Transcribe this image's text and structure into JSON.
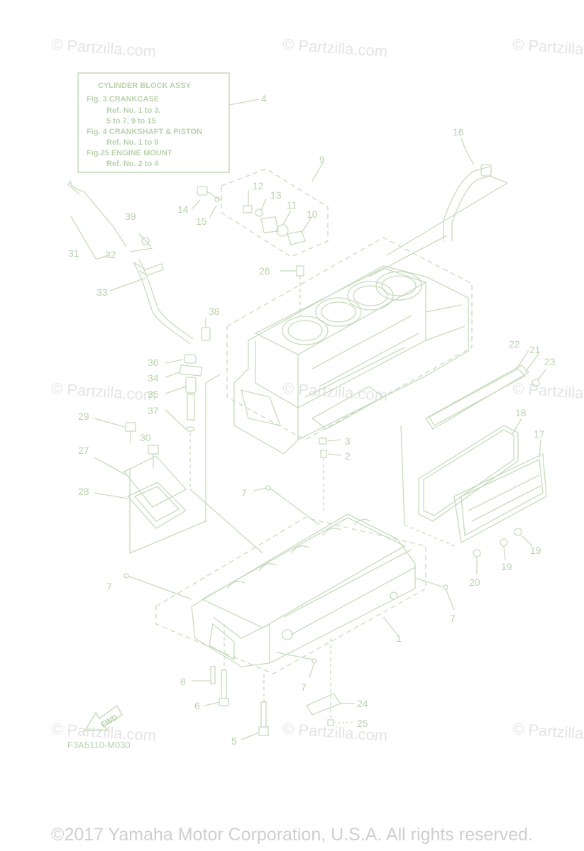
{
  "watermark": "© Partzilla.com",
  "figure_code": "F3A5110-M030",
  "fwd_label": "FWD",
  "footer": "©2017 Yamaha Motor Corporation, U.S.A. All rights reserved.",
  "info_box": {
    "title": "CYLINDER BLOCK ASSY",
    "lines": [
      "Fig.  3 CRANKCASE",
      "Ref. No. 1 to 3,",
      "5 to 7, 9 to 15",
      "Fig.  4 CRANKSHAFT & PISTON",
      "Ref. No. 1 to 9",
      "Fig.25 ENGINE MOUNT",
      "Ref. No. 2 to 4"
    ]
  },
  "callouts": [
    "1",
    "2",
    "3",
    "4",
    "5",
    "6",
    "7",
    "7",
    "7",
    "7",
    "8",
    "9",
    "10",
    "11",
    "12",
    "13",
    "14",
    "15",
    "16",
    "17",
    "18",
    "19",
    "19",
    "20",
    "21",
    "22",
    "23",
    "24",
    "25",
    "26",
    "27",
    "28",
    "29",
    "30",
    "31",
    "32",
    "33",
    "34",
    "35",
    "36",
    "37",
    "38",
    "39"
  ],
  "colors": {
    "line": "#c7dcbd",
    "text": "#b9d3ad",
    "watermark": "#e4e4e4",
    "footer": "#cfcfcf"
  }
}
